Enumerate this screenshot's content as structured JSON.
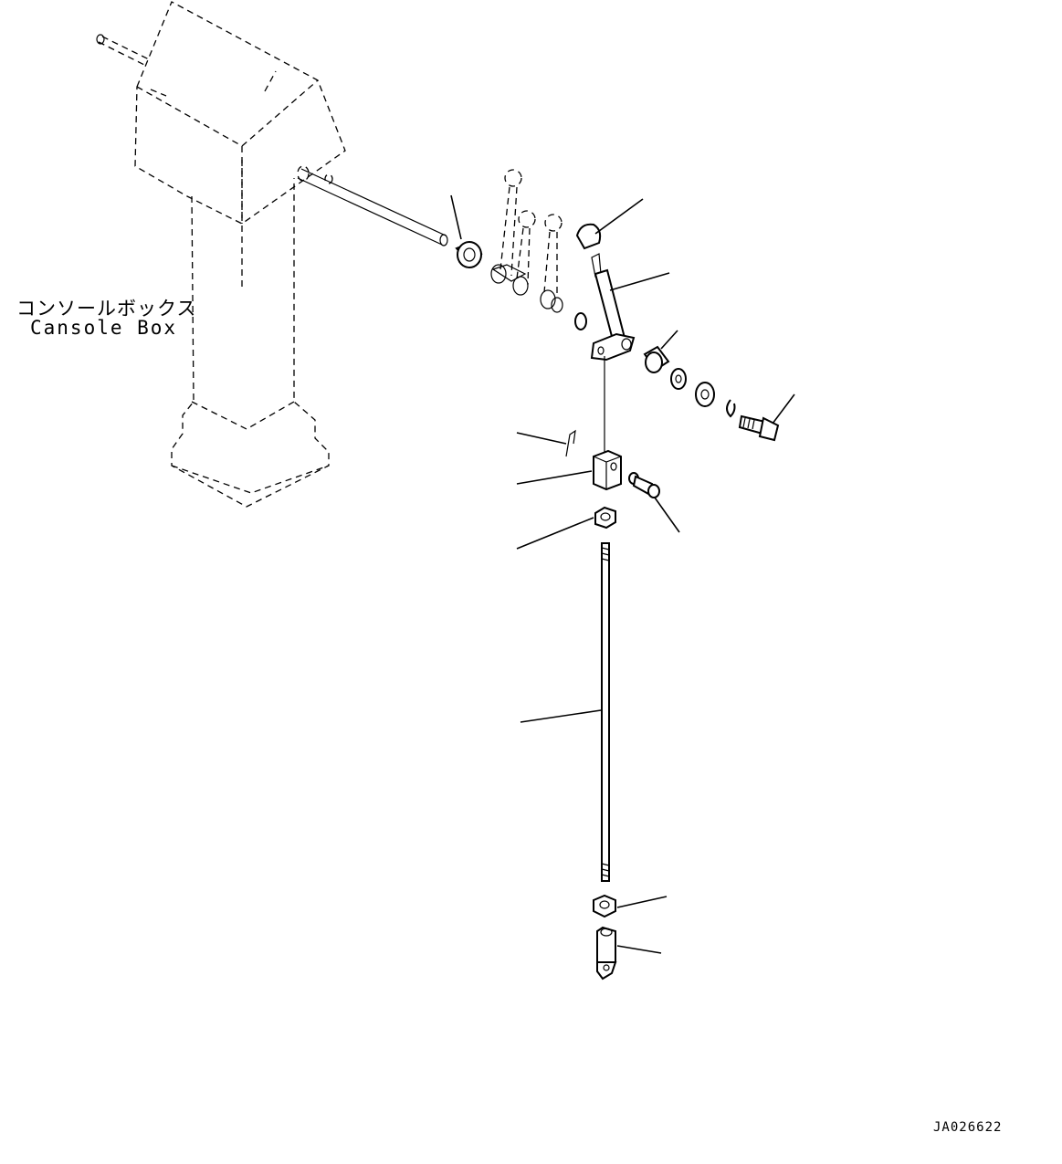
{
  "diagram": {
    "console_label_jp": "コンソールボックス",
    "console_label_en": "Cansole Box",
    "drawing_id": "JA026622"
  }
}
